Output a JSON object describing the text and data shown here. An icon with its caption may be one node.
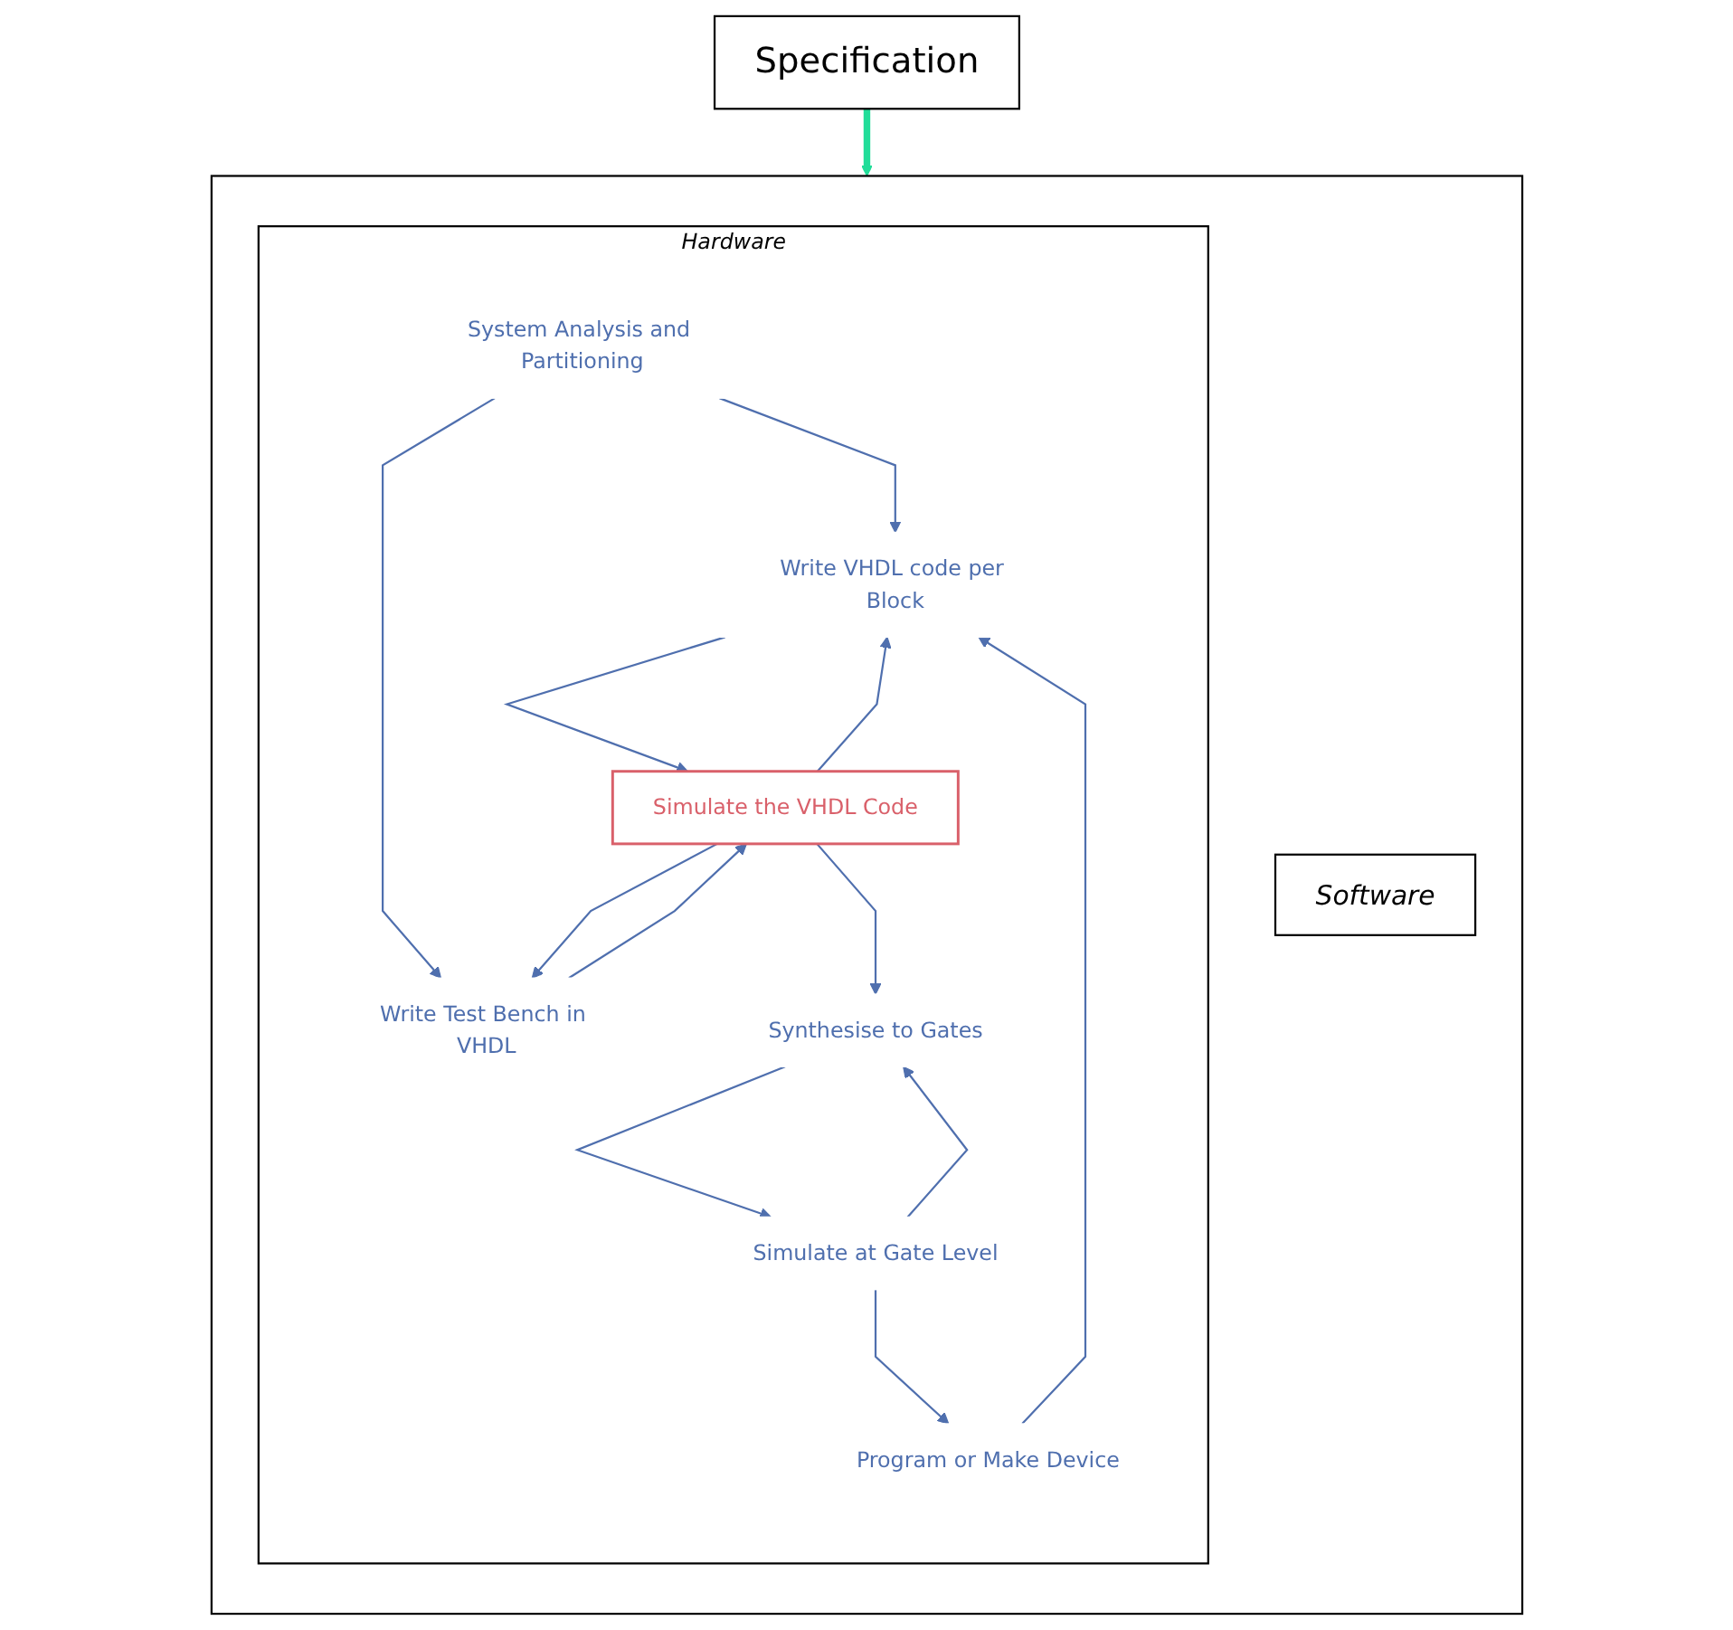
{
  "diagram": {
    "nodes": [
      {
        "text": [
          "Specification"
        ]
      },
      {
        "text": [],
        "shape": "box"
      },
      {
        "text": [
          "Hardware"
        ],
        "in": 1
      },
      {
        "text": [
          "Software"
        ],
        "in": 1
      },
      {
        "text": [
          "System Analysis and Partitioning"
        ],
        "in": 2
      },
      {
        "text": [
          "Write VHDL code per Block"
        ],
        "in": 2
      },
      {
        "text": [
          "Write Test Bench in VHDL"
        ],
        "in": 2
      },
      {
        "text": [
          "Simulate the VHDL Code"
        ],
        "in": 2
      },
      {
        "text": [
          "Synthesise to Gates"
        ],
        "in": 2
      },
      {
        "text": [
          "Simulate at Gate Level"
        ],
        "in": 2
      },
      {
        "text": [
          "Program or Make Device"
        ],
        "in": 2
      }
    ],
    "edges": [
      {
        "from": 0,
        "to": 1,
        "arrow": "to",
        "style": "thick",
        "color": "#22dd99"
      },
      {
        "from": 4,
        "to": 5,
        "arrow": "to"
      },
      {
        "from": 4,
        "to": 6,
        "arrow": "to"
      },
      {
        "from": 5,
        "to": 7,
        "arrow": "to"
      },
      {
        "from": 6,
        "to": 7,
        "arrow": "to"
      },
      {
        "from": 7,
        "to": 5,
        "arrow": "to"
      },
      {
        "from": 7,
        "to": 6,
        "arrow": "to"
      },
      {
        "from": 7,
        "to": 8,
        "arrow": "to"
      },
      {
        "from": 8,
        "to": 9,
        "arrow": "to"
      },
      {
        "from": 9,
        "to": 8,
        "arrow": "to"
      },
      {
        "from": 9,
        "to": 10,
        "arrow": "to"
      },
      {
        "from": 10,
        "to": 5,
        "arrow": "to"
      }
    ]
  }
}
